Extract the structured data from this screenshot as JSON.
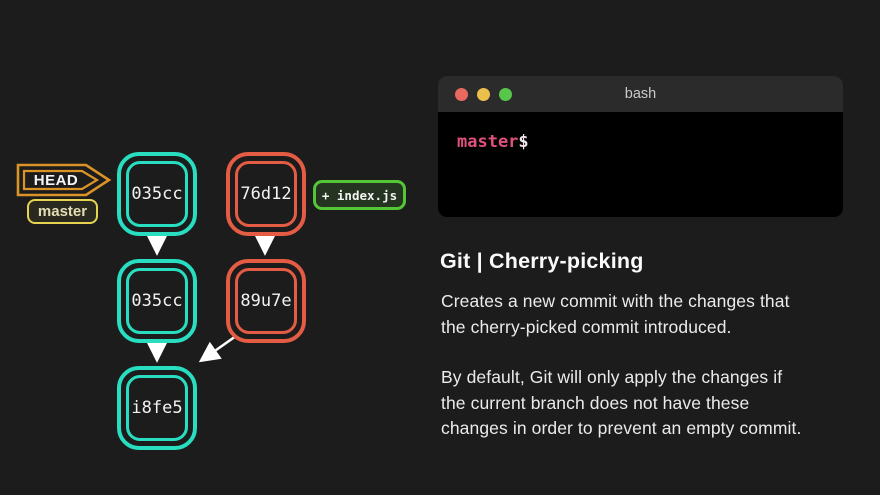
{
  "page": {
    "background": "#1c1c1c"
  },
  "diagram": {
    "head_badge": {
      "label": "HEAD",
      "border_color": "#db9327"
    },
    "branch_badge": {
      "label": "master",
      "border_color": "#e6d34f"
    },
    "file_badge": {
      "label": "+ index.js",
      "border_color": "#54c737"
    },
    "node_colors": {
      "teal": "#29ddc0",
      "orange": "#e45c44"
    },
    "arrow_color": "#ffffff",
    "nodes": [
      {
        "label": "035cc",
        "color": "teal"
      },
      {
        "label": "76d12",
        "color": "orange"
      },
      {
        "label": "035cc",
        "color": "teal"
      },
      {
        "label": "89u7e",
        "color": "orange"
      },
      {
        "label": "i8fe5",
        "color": "teal"
      }
    ]
  },
  "terminal": {
    "title": "bash",
    "prompt": {
      "branch": "master",
      "symbol": "$"
    },
    "traffic_lights": [
      {
        "name": "close",
        "color": "#e8695f"
      },
      {
        "name": "minimize",
        "color": "#eabf4c"
      },
      {
        "name": "zoom",
        "color": "#58c64a"
      }
    ]
  },
  "article": {
    "heading": "Git | Cherry-picking",
    "para1": [
      "Creates a new commit with the changes that",
      "the cherry-picked commit introduced."
    ],
    "para2": [
      "By default, Git will only apply the changes if",
      "the current branch does not have these",
      "changes in order to prevent an empty commit."
    ]
  }
}
